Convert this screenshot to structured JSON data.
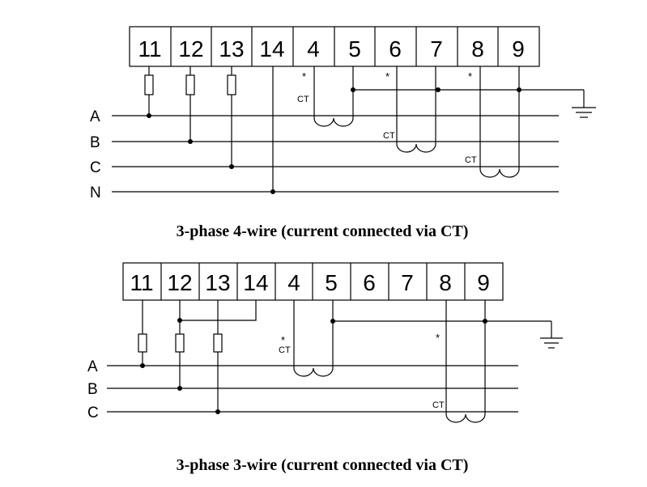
{
  "diagram1": {
    "terminals": [
      "11",
      "12",
      "13",
      "14",
      "4",
      "5",
      "6",
      "7",
      "8",
      "9"
    ],
    "lines": [
      "A",
      "B",
      "C",
      "N"
    ],
    "ct_label": "CT",
    "polarity_mark": "*",
    "caption": "3-phase 4-wire (current connected via CT)"
  },
  "diagram2": {
    "terminals": [
      "11",
      "12",
      "13",
      "14",
      "4",
      "5",
      "6",
      "7",
      "8",
      "9"
    ],
    "lines": [
      "A",
      "B",
      "C"
    ],
    "ct_label": "CT",
    "polarity_mark": "*",
    "caption": "3-phase 3-wire (current connected via CT)"
  }
}
